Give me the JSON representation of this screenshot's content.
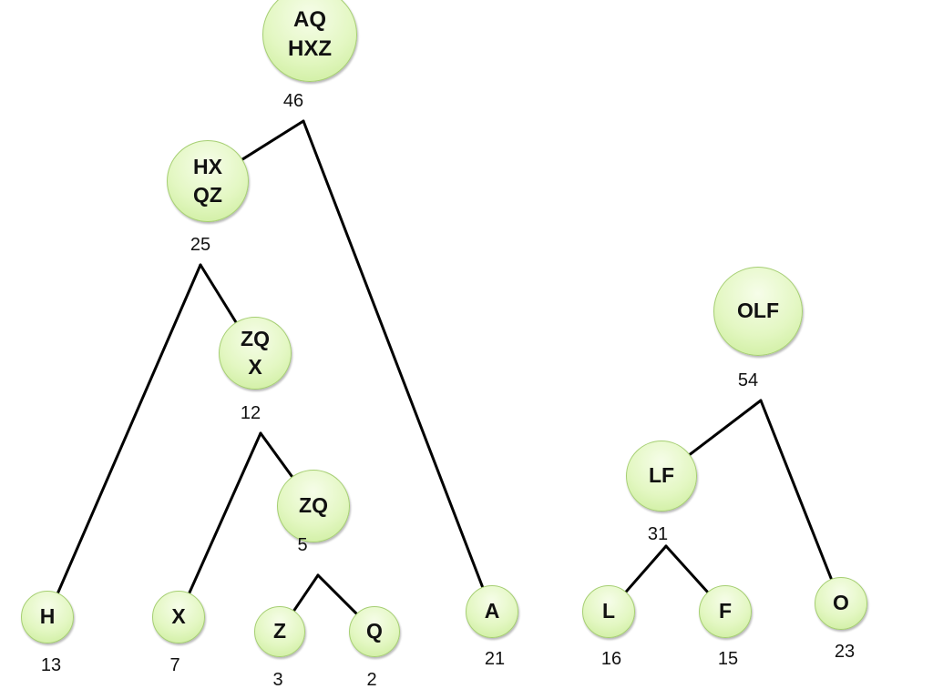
{
  "tree": {
    "nodes": [
      {
        "id": "n_aqhxz",
        "label": "AQ\nHXZ",
        "weight": "46"
      },
      {
        "id": "n_hxqz",
        "label": "HX\nQZ",
        "weight": "25"
      },
      {
        "id": "n_zqx",
        "label": "ZQ\nX",
        "weight": "12"
      },
      {
        "id": "n_zq",
        "label": "ZQ",
        "weight": "5"
      },
      {
        "id": "n_h",
        "label": "H",
        "weight": "13"
      },
      {
        "id": "n_x",
        "label": "X",
        "weight": "7"
      },
      {
        "id": "n_z",
        "label": "Z",
        "weight": "3"
      },
      {
        "id": "n_q",
        "label": "Q",
        "weight": "2"
      },
      {
        "id": "n_a",
        "label": "A",
        "weight": "21"
      },
      {
        "id": "n_olf",
        "label": "OLF",
        "weight": "54"
      },
      {
        "id": "n_lf",
        "label": "LF",
        "weight": "31"
      },
      {
        "id": "n_l",
        "label": "L",
        "weight": "16"
      },
      {
        "id": "n_f",
        "label": "F",
        "weight": "15"
      },
      {
        "id": "n_o",
        "label": "O",
        "weight": "23"
      }
    ],
    "edges": [
      {
        "from": "n_aqhxz",
        "to": "n_hxqz"
      },
      {
        "from": "n_aqhxz",
        "to": "n_a"
      },
      {
        "from": "n_hxqz",
        "to": "n_h"
      },
      {
        "from": "n_hxqz",
        "to": "n_zqx"
      },
      {
        "from": "n_zqx",
        "to": "n_x"
      },
      {
        "from": "n_zqx",
        "to": "n_zq"
      },
      {
        "from": "n_zq",
        "to": "n_z"
      },
      {
        "from": "n_zq",
        "to": "n_q"
      },
      {
        "from": "n_olf",
        "to": "n_lf"
      },
      {
        "from": "n_olf",
        "to": "n_o"
      },
      {
        "from": "n_lf",
        "to": "n_l"
      },
      {
        "from": "n_lf",
        "to": "n_f"
      }
    ]
  }
}
